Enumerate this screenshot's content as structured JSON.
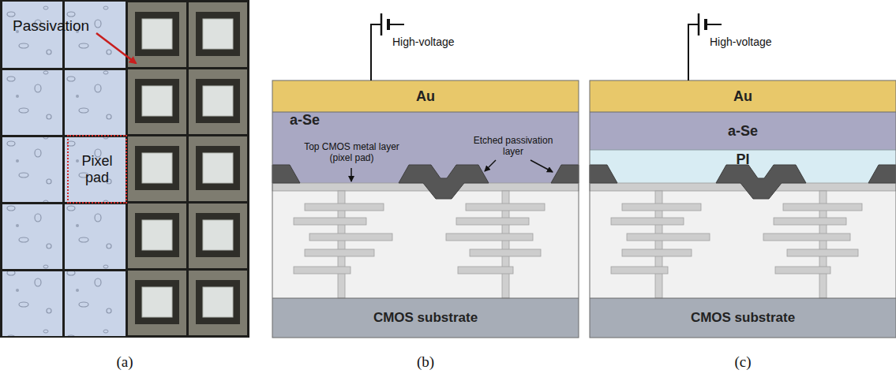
{
  "diagram": {
    "nodes": [
      {
        "text": [
          "Pixel pad"
        ]
      },
      {
        "text": [
          "Au"
        ]
      },
      {
        "text": [
          "a-Se"
        ]
      },
      {
        "text": [
          "CMOS substrate"
        ]
      },
      {
        "text": [
          "Au"
        ]
      },
      {
        "text": [
          "a-Se"
        ]
      },
      {
        "text": [
          "PI"
        ]
      },
      {
        "text": [
          "CMOS substrate"
        ]
      }
    ],
    "labels": [
      "Passivation",
      "High-voltage",
      "Top CMOS metal layer (pixel pad)",
      "Etched passivation layer",
      "High-voltage",
      "(a)",
      "(b)",
      "(c)"
    ]
  }
}
